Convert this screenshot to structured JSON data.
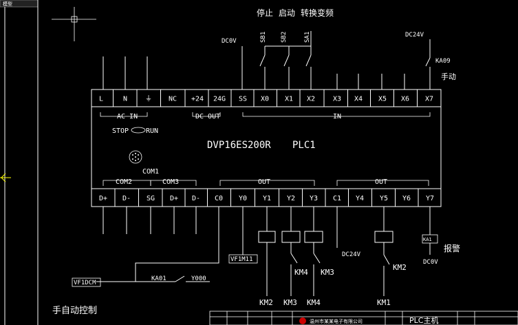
{
  "top_left_tab": "模型",
  "top_labels": {
    "stop": "停止",
    "start": "启动",
    "switch": "转换变频",
    "dc0v_top": "DC0V",
    "dc24v_top": "DC24V",
    "sb1": "SB1",
    "sb2": "SB2",
    "sa1": "SA1",
    "ka09": "KA09",
    "manual": "手动"
  },
  "input_terminals": [
    "L",
    "N",
    "⏚",
    "NC",
    "+24",
    "24G",
    "SS",
    "X0",
    "X1",
    "X2",
    "X3",
    "X4",
    "X5",
    "X6",
    "X7"
  ],
  "input_groups": {
    "ac_in": "AC IN",
    "dc_out": "DC OUT",
    "in": "IN"
  },
  "plc": {
    "stop_run": "STOP",
    "run": "RUN",
    "model": "DVP16ES200R",
    "name": "PLC1",
    "com1": "COM1"
  },
  "output_groups": {
    "com2": "COM2",
    "com3": "COM3",
    "out1": "OUT",
    "out2": "OUT"
  },
  "output_terminals": [
    "D+",
    "D-",
    "SG",
    "D+",
    "D-",
    "C0",
    "Y0",
    "Y1",
    "Y2",
    "Y3",
    "C1",
    "Y4",
    "Y5",
    "Y6",
    "Y7"
  ],
  "bottom_labels": {
    "vf1m1": "VF1M11",
    "vf1dcm": "VF1DCM",
    "ka01": "KA01",
    "y000": "Y000",
    "dc24v": "DC24V",
    "km4_coil_contact": "KM4",
    "km3_coil_contact": "KM3",
    "km2_contact": "KM2",
    "km2": "KM2",
    "km3": "KM3",
    "km4": "KM4",
    "km1": "KM1",
    "ka1": "KA1",
    "alarm": "报警",
    "dc0v_bottom": "DC0V",
    "footer_title": "手自动控制",
    "company": "温州市某某电子有限公司",
    "plc_main": "PLC主机"
  }
}
